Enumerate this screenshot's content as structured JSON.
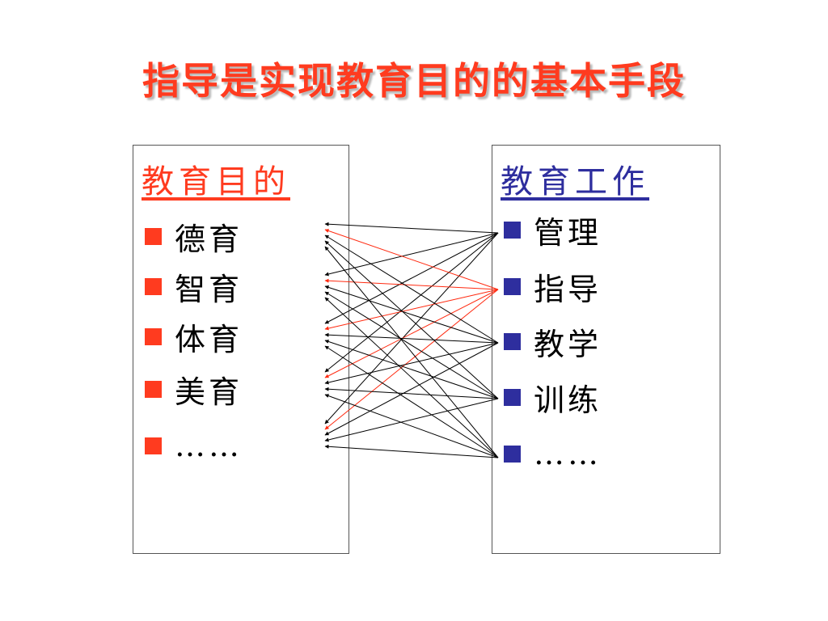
{
  "title": "指导是实现教育目的的基本手段",
  "colors": {
    "title": "#ff3b1f",
    "left_accent": "#ff3b1f",
    "right_accent": "#2e2e9e",
    "link_black": "#000000",
    "link_red": "#ff2a10"
  },
  "left_box": {
    "heading": "教育目的",
    "items": [
      "德育",
      "智育",
      "体育",
      "美育",
      "……"
    ]
  },
  "right_box": {
    "heading": "教育工作",
    "items": [
      "管理",
      "指导",
      "教学",
      "训练",
      "……"
    ]
  },
  "links": {
    "description_edges": [
      {
        "from": 0,
        "to": 0,
        "highlight": false
      },
      {
        "from": 0,
        "to": 1,
        "highlight": false
      },
      {
        "from": 0,
        "to": 2,
        "highlight": false
      },
      {
        "from": 0,
        "to": 3,
        "highlight": false
      },
      {
        "from": 0,
        "to": 4,
        "highlight": false
      },
      {
        "from": 1,
        "to": 0,
        "highlight": true
      },
      {
        "from": 1,
        "to": 1,
        "highlight": true
      },
      {
        "from": 1,
        "to": 2,
        "highlight": true
      },
      {
        "from": 1,
        "to": 3,
        "highlight": true
      },
      {
        "from": 1,
        "to": 4,
        "highlight": true
      },
      {
        "from": 2,
        "to": 0,
        "highlight": false
      },
      {
        "from": 2,
        "to": 1,
        "highlight": false
      },
      {
        "from": 2,
        "to": 2,
        "highlight": false
      },
      {
        "from": 2,
        "to": 3,
        "highlight": false
      },
      {
        "from": 2,
        "to": 4,
        "highlight": false
      },
      {
        "from": 3,
        "to": 0,
        "highlight": false
      },
      {
        "from": 3,
        "to": 1,
        "highlight": false
      },
      {
        "from": 3,
        "to": 2,
        "highlight": false
      },
      {
        "from": 3,
        "to": 3,
        "highlight": false
      },
      {
        "from": 3,
        "to": 4,
        "highlight": false
      },
      {
        "from": 4,
        "to": 0,
        "highlight": false
      },
      {
        "from": 4,
        "to": 1,
        "highlight": false
      },
      {
        "from": 4,
        "to": 2,
        "highlight": false
      },
      {
        "from": 4,
        "to": 3,
        "highlight": false
      },
      {
        "from": 4,
        "to": 4,
        "highlight": false
      }
    ]
  }
}
